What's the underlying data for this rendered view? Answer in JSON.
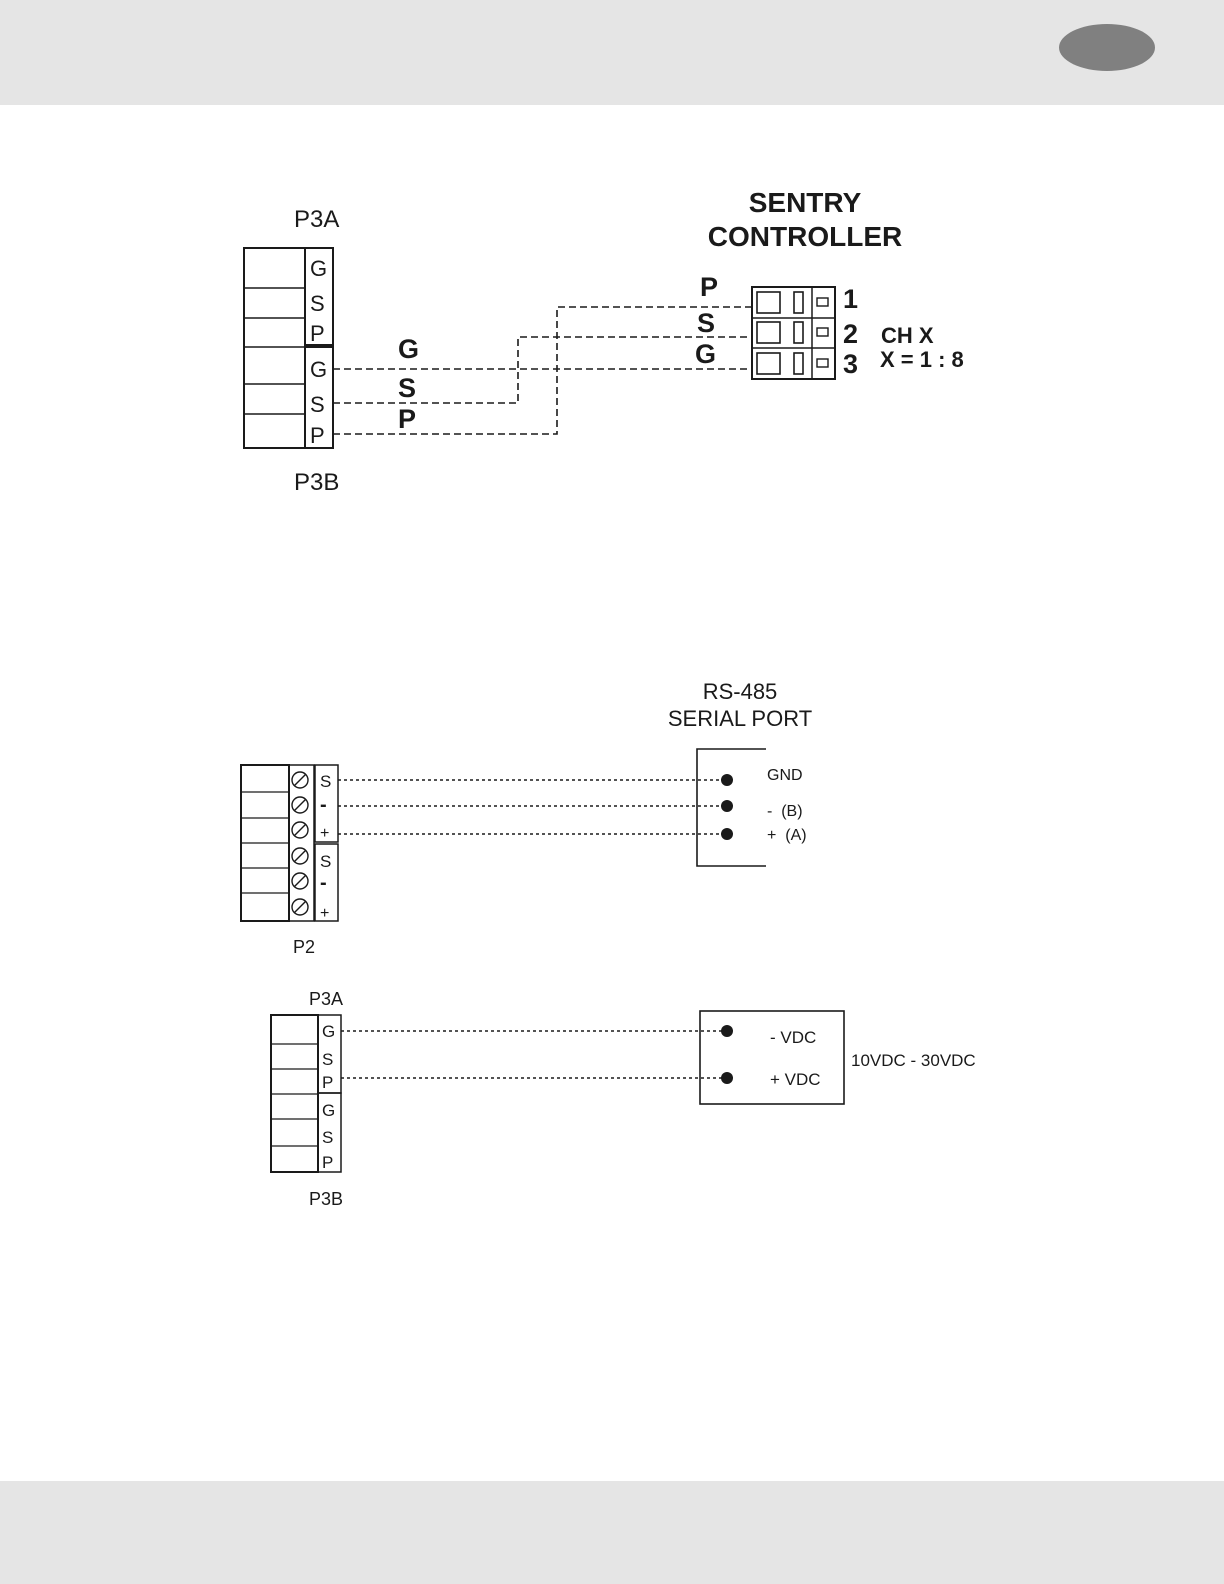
{
  "diagram1": {
    "connector_top_label": "P3A",
    "connector_bottom_label": "P3B",
    "terminal_labels": [
      "G",
      "S",
      "P",
      "G",
      "S",
      "P"
    ],
    "wire_labels_left": [
      "G",
      "S",
      "P"
    ],
    "controller_title_line1": "SENTRY",
    "controller_title_line2": "CONTROLLER",
    "wire_labels_right": [
      "P",
      "S",
      "G"
    ],
    "controller_terminal_numbers": [
      "1",
      "2",
      "3"
    ],
    "channel_label": "CH X",
    "channel_range": "X = 1 : 8"
  },
  "diagram2": {
    "port_title_line1": "RS-485",
    "port_title_line2": "SERIAL PORT",
    "connector_label": "P2",
    "terminal_labels": [
      "S",
      "-",
      "+",
      "S",
      "-",
      "+"
    ],
    "port_pin_labels": [
      "GND",
      "-  (B)",
      "+  (A)"
    ]
  },
  "diagram3": {
    "connector_top_label": "P3A",
    "connector_bottom_label": "P3B",
    "terminal_labels": [
      "G",
      "S",
      "P",
      "G",
      "S",
      "P"
    ],
    "supply_pin_labels": [
      "- VDC",
      "+ VDC"
    ],
    "supply_range": "10VDC - 30VDC"
  }
}
